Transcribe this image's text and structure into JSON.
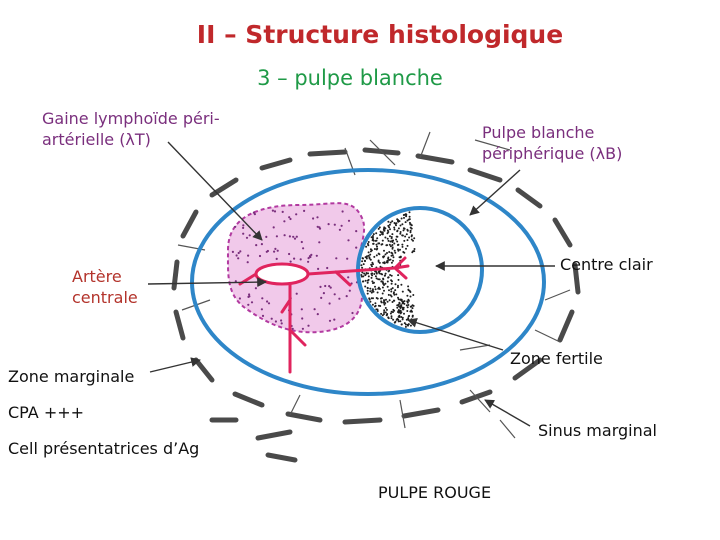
{
  "header": {
    "title": "II – Structure histologique",
    "title_color": "#c0282b",
    "subtitle": "3 – pulpe blanche",
    "subtitle_color": "#1f9a47"
  },
  "labels": {
    "gaine_line1": "Gaine lymphoïde péri-",
    "gaine_line2": "artérielle (λT)",
    "pulpe_blanche_line1": "Pulpe blanche",
    "pulpe_blanche_line2": "périphérique (λB)",
    "centre_clair": "Centre clair",
    "artere_line1": "Artère",
    "artere_line2": "centrale",
    "zone_fertile": "Zone fertile",
    "zone_marginale": "Zone marginale",
    "cpa": "CPA +++",
    "cell_presentatrices": "Cell présentatrices d’Ag",
    "sinus_marginal": "Sinus marginal",
    "pulpe_rouge": "PULPE ROUGE"
  },
  "colors": {
    "outline_blue": "#2e86c8",
    "pals_pink": "#f1c9ea",
    "pals_outline": "#b23aa0",
    "artery_red": "#e0245e",
    "sinus_gray": "#4a4a4a",
    "arrow_gray": "#333333"
  }
}
